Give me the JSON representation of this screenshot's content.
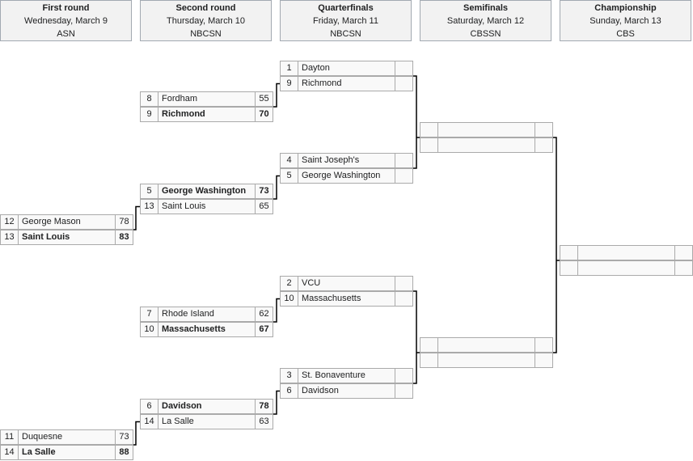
{
  "rounds": [
    {
      "title": "First round",
      "date": "Wednesday, March 9",
      "network": "ASN"
    },
    {
      "title": "Second round",
      "date": "Thursday, March 10",
      "network": "NBCSN"
    },
    {
      "title": "Quarterfinals",
      "date": "Friday, March 11",
      "network": "NBCSN"
    },
    {
      "title": "Semifinals",
      "date": "Saturday, March 12",
      "network": "CBSSN"
    },
    {
      "title": "Championship",
      "date": "Sunday, March 13",
      "network": "CBS"
    }
  ],
  "first_round": [
    [
      {
        "seed": "12",
        "name": "George Mason",
        "score": "78"
      },
      {
        "seed": "13",
        "name": "Saint Louis",
        "score": "83"
      }
    ],
    [
      {
        "seed": "11",
        "name": "Duquesne",
        "score": "73"
      },
      {
        "seed": "14",
        "name": "La Salle",
        "score": "88"
      }
    ]
  ],
  "second_round": [
    [
      {
        "seed": "8",
        "name": "Fordham",
        "score": "55"
      },
      {
        "seed": "9",
        "name": "Richmond",
        "score": "70"
      }
    ],
    [
      {
        "seed": "5",
        "name": "George Washington",
        "score": "73"
      },
      {
        "seed": "13",
        "name": "Saint Louis",
        "score": "65"
      }
    ],
    [
      {
        "seed": "7",
        "name": "Rhode Island",
        "score": "62"
      },
      {
        "seed": "10",
        "name": "Massachusetts",
        "score": "67"
      }
    ],
    [
      {
        "seed": "6",
        "name": "Davidson",
        "score": "78"
      },
      {
        "seed": "14",
        "name": "La Salle",
        "score": "63"
      }
    ]
  ],
  "quarterfinals": [
    [
      {
        "seed": "1",
        "name": "Dayton",
        "score": ""
      },
      {
        "seed": "9",
        "name": "Richmond",
        "score": ""
      }
    ],
    [
      {
        "seed": "4",
        "name": "Saint Joseph's",
        "score": ""
      },
      {
        "seed": "5",
        "name": "George Washington",
        "score": ""
      }
    ],
    [
      {
        "seed": "2",
        "name": "VCU",
        "score": ""
      },
      {
        "seed": "10",
        "name": "Massachusetts",
        "score": ""
      }
    ],
    [
      {
        "seed": "3",
        "name": "St. Bonaventure",
        "score": ""
      },
      {
        "seed": "6",
        "name": "Davidson",
        "score": ""
      }
    ]
  ],
  "semifinals": [
    [
      {
        "seed": "",
        "name": "",
        "score": ""
      },
      {
        "seed": "",
        "name": "",
        "score": ""
      }
    ],
    [
      {
        "seed": "",
        "name": "",
        "score": ""
      },
      {
        "seed": "",
        "name": "",
        "score": ""
      }
    ]
  ],
  "championship": [
    [
      {
        "seed": "",
        "name": "",
        "score": ""
      },
      {
        "seed": "",
        "name": "",
        "score": ""
      }
    ]
  ]
}
